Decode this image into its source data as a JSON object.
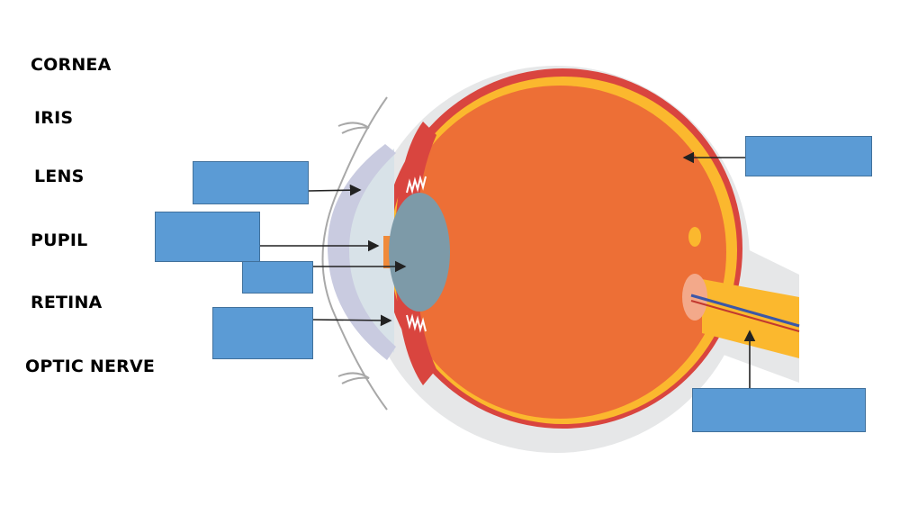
{
  "word_bank": [
    {
      "id": "cornea",
      "text": "CORNEA"
    },
    {
      "id": "iris",
      "text": "IRIS"
    },
    {
      "id": "lens",
      "text": "LENS"
    },
    {
      "id": "pupil",
      "text": "PUPIL"
    },
    {
      "id": "retina",
      "text": "RETINA"
    },
    {
      "id": "optic-nerve",
      "text": "OPTIC NERVE"
    }
  ],
  "answer_boxes": [
    {
      "id": "box-1",
      "value": ""
    },
    {
      "id": "box-2",
      "value": ""
    },
    {
      "id": "box-3",
      "value": ""
    },
    {
      "id": "box-4",
      "value": ""
    },
    {
      "id": "box-5",
      "value": ""
    },
    {
      "id": "box-6",
      "value": ""
    }
  ],
  "colors": {
    "answer_box": "#5b9bd5",
    "sclera": "#e6e7e8",
    "choroid": "#d9453f",
    "retina_layer": "#fbb82e",
    "vitreous": "#ed6f36",
    "lens": "#7d9aa8",
    "cornea": "#c9cbe0"
  }
}
